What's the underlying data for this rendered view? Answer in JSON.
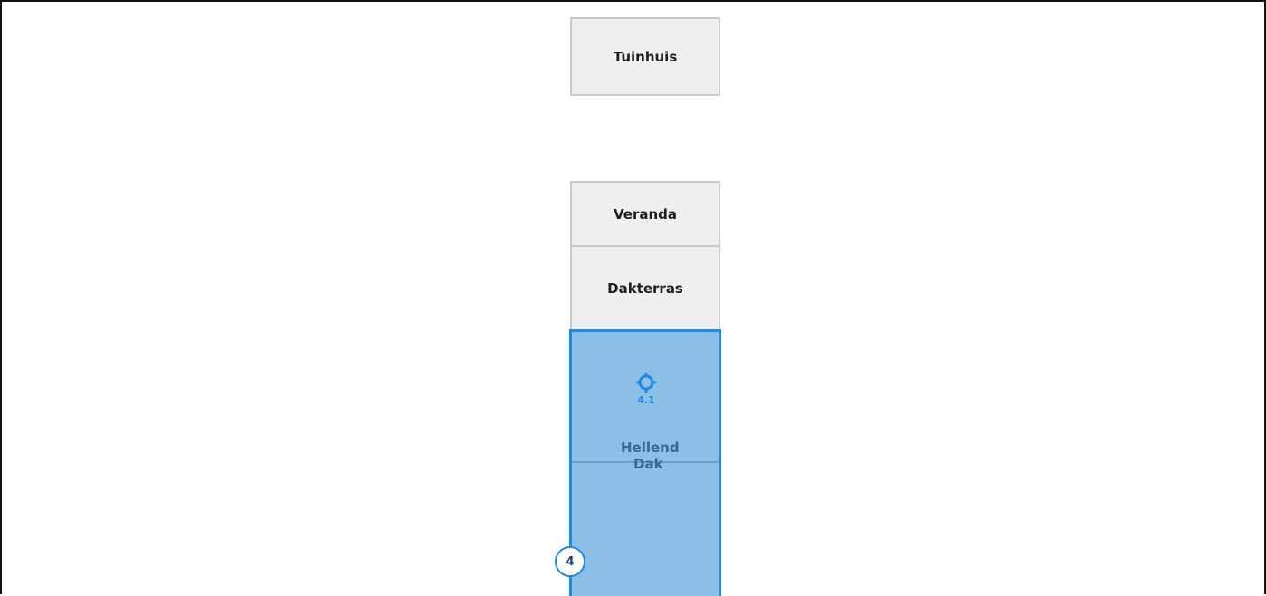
{
  "blocks": {
    "tuinhuis": "Tuinhuis",
    "veranda": "Veranda",
    "dakterras": "Dakterras"
  },
  "selected_zone": {
    "label_line1": "Hellend",
    "label_line2": "Dak",
    "marker_number": "4.1",
    "fill_color": "#8bbfe6",
    "border_color": "#1f8ae0"
  },
  "step_badge": "4",
  "icons": {
    "marker": "crosshair-target-icon"
  }
}
